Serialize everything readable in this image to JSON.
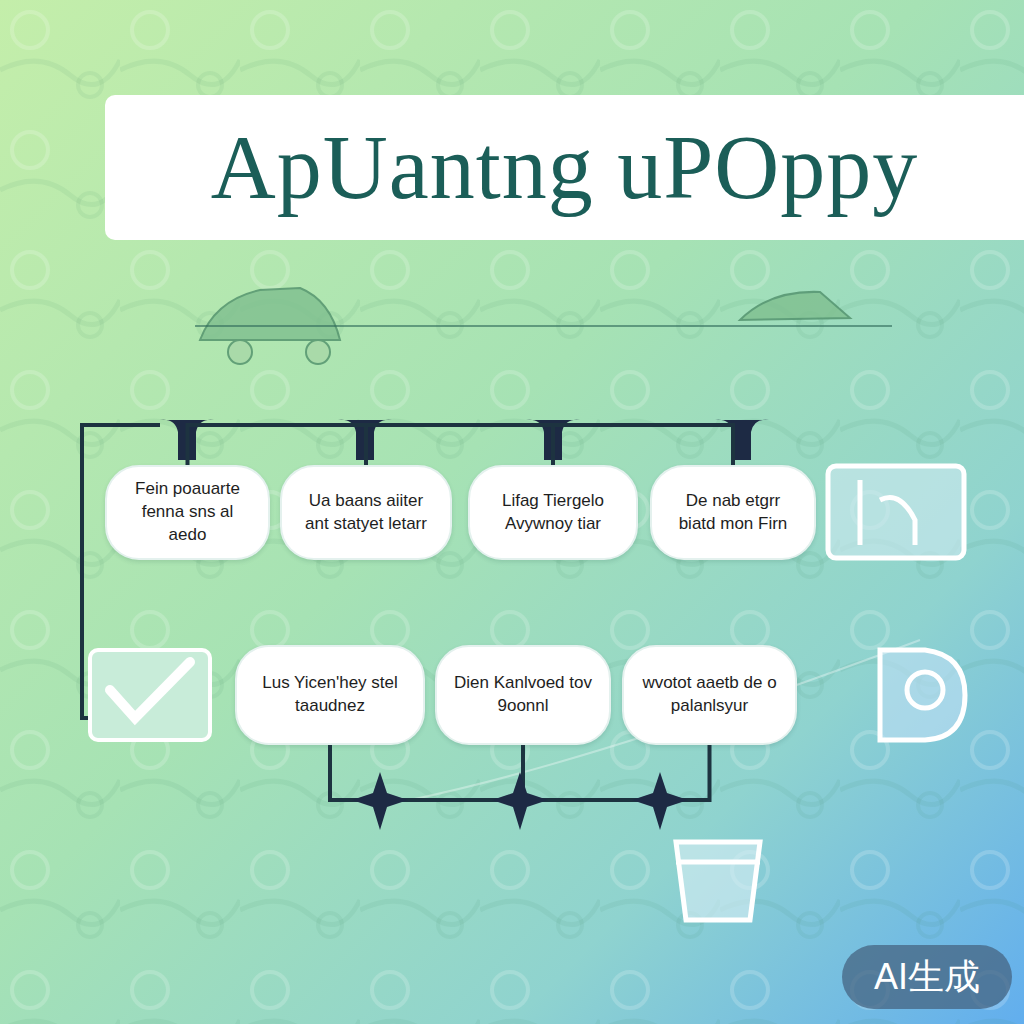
{
  "diagram": {
    "title": "ApUantng uPOppy",
    "nodes": [
      {
        "text": [
          "Fein poauarte fenna sns al aedo"
        ]
      },
      {
        "text": [
          "Ua baans aiiter ant statyet letarr"
        ]
      },
      {
        "text": [
          "Lifag Tiergelo Avywnoy tiar"
        ]
      },
      {
        "text": [
          "De nab etgrr biatd mon Firn"
        ]
      },
      {
        "text": [
          "Lus Yicen'hey stel taaudnez"
        ]
      },
      {
        "text": [
          "Dien Kanlvoed tov 9oonnl"
        ]
      },
      {
        "text": [
          "wvotot aaetb de o palanlsyur"
        ]
      }
    ],
    "edges": [
      {
        "from": 0,
        "to": 1,
        "arrow": "none"
      },
      {
        "from": 1,
        "to": 2,
        "arrow": "none"
      },
      {
        "from": 2,
        "to": 3,
        "arrow": "none"
      },
      {
        "from": 4,
        "to": 5,
        "arrow": "none"
      },
      {
        "from": 5,
        "to": 6,
        "arrow": "none"
      }
    ],
    "labels": [
      "AI生成"
    ]
  }
}
